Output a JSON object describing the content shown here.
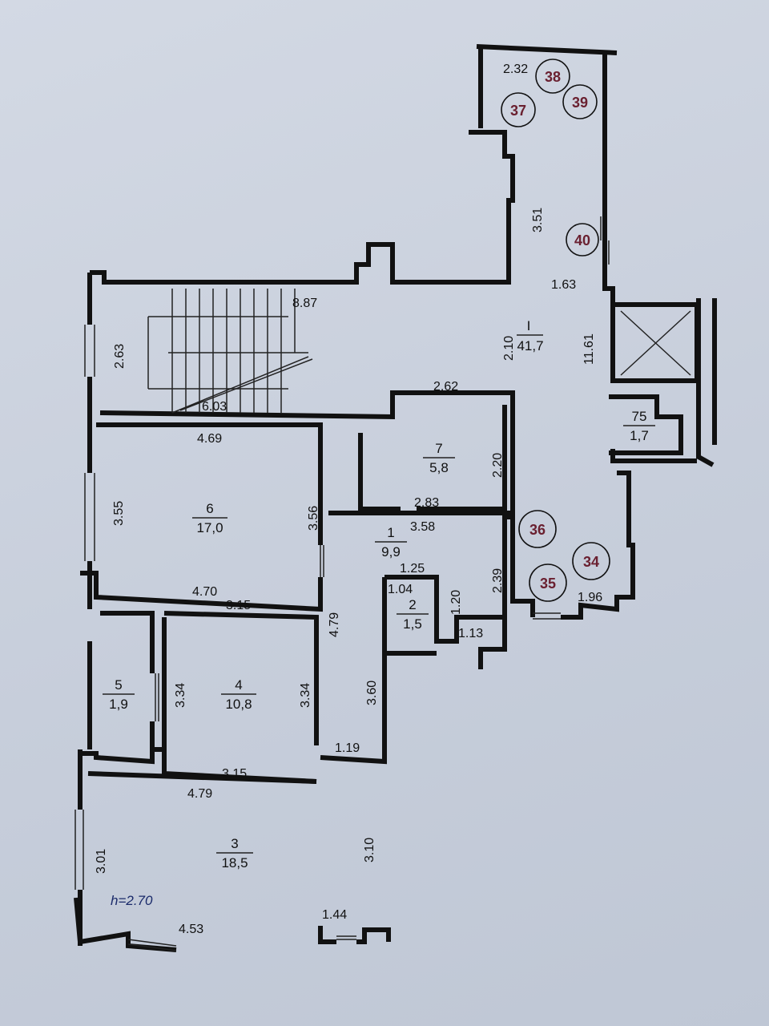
{
  "plan": {
    "ceiling_height_note": "h=2.70",
    "rooms": [
      {
        "number": "I",
        "area": "41,7"
      },
      {
        "number": "1",
        "area": "9,9"
      },
      {
        "number": "2",
        "area": "1,5"
      },
      {
        "number": "3",
        "area": "18,5"
      },
      {
        "number": "4",
        "area": "10,8"
      },
      {
        "number": "5",
        "area": "1,9"
      },
      {
        "number": "6",
        "area": "17,0"
      },
      {
        "number": "7",
        "area": "5,8"
      },
      {
        "number": "75",
        "area": "1,7"
      }
    ],
    "markers": [
      "34",
      "35",
      "36",
      "37",
      "38",
      "39",
      "40"
    ],
    "dimensions": [
      "2.32",
      "3.51",
      "1.63",
      "2.10",
      "11.61",
      "8.87",
      "2.63",
      "6.03",
      "2.62",
      "2.20",
      "4.69",
      "3.55",
      "3.56",
      "2.83",
      "3.58",
      "1.25",
      "1.04",
      "1.20",
      "2.39",
      "1.13",
      "1.96",
      "4.70",
      "3.15",
      "4.79",
      "3.34",
      "3.34",
      "3.60",
      "1.19",
      "3.15",
      "4.79",
      "3.01",
      "3.10",
      "4.53",
      "1.44"
    ]
  }
}
